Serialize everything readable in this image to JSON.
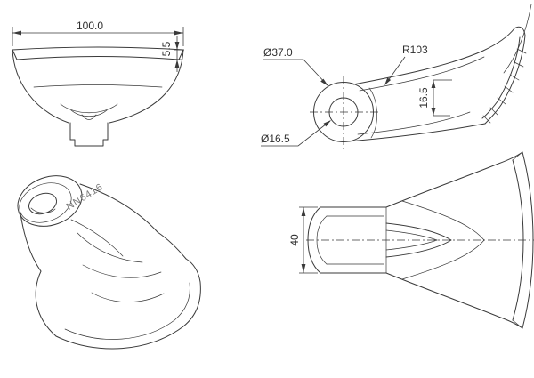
{
  "colors": {
    "background": "#ffffff",
    "line": "#3a3a3a"
  },
  "views": {
    "front": {
      "dims": {
        "width": "100.0",
        "lip_height": "5.5"
      }
    },
    "side": {
      "dims": {
        "boss_outer_diameter": "Ø37.0",
        "blade_radius": "R103",
        "bore_diameter": "Ø16.5",
        "rim_width": "16.5"
      }
    },
    "isometric": {
      "part_marking": "NN6416"
    },
    "top": {
      "dims": {
        "shank_width": "40"
      }
    }
  }
}
